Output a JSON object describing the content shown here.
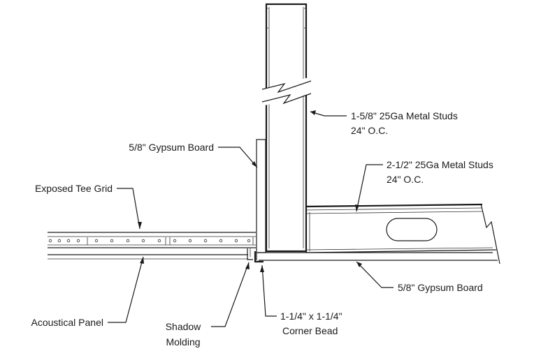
{
  "labels": {
    "stud_small_line1": "1-5/8\" 25Ga Metal Studs",
    "stud_small_line2": "24\" O.C.",
    "stud_large_line1": "2-1/2\" 25Ga Metal Studs",
    "stud_large_line2": "24\" O.C.",
    "gypsum_upper": "5/8\" Gypsum Board",
    "tee_grid": "Exposed Tee Grid",
    "gypsum_lower": "5/8\" Gypsum Board",
    "corner_bead_line1": "1-1/4\" x 1-1/4\"",
    "corner_bead_line2": "Corner Bead",
    "acoustical_panel": "Acoustical Panel",
    "shadow_molding_line1": "Shadow",
    "shadow_molding_line2": "Molding"
  }
}
